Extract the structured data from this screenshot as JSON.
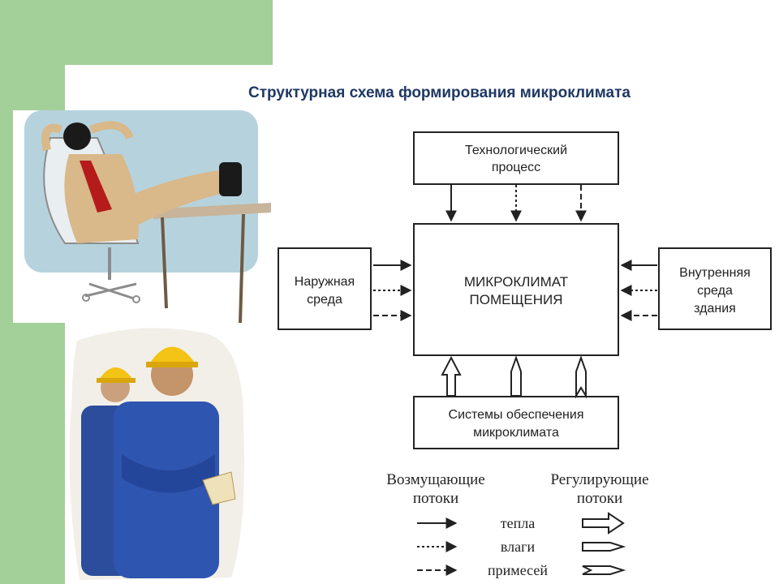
{
  "title": "Структурная схема формирования микроклимата",
  "diagram": {
    "top_box": [
      "Технологический",
      "процесс"
    ],
    "center_box": [
      "МИКРОКЛИМАТ",
      "ПОМЕЩЕНИЯ"
    ],
    "left_box": [
      "Наружная",
      "среда"
    ],
    "right_box": [
      "Внутренняя",
      "среда",
      "здания"
    ],
    "bottom_box": [
      "Системы обеспечения",
      "микроклимата"
    ]
  },
  "legend": {
    "disturbing": [
      "Возмущающие",
      "потоки"
    ],
    "regulating": [
      "Регулирующие",
      "потоки"
    ],
    "rows": [
      "тепла",
      "влаги",
      "примесей"
    ]
  },
  "illustrations": {
    "top": "relaxing-businessman-illustration",
    "bottom": "construction-workers-photo"
  }
}
